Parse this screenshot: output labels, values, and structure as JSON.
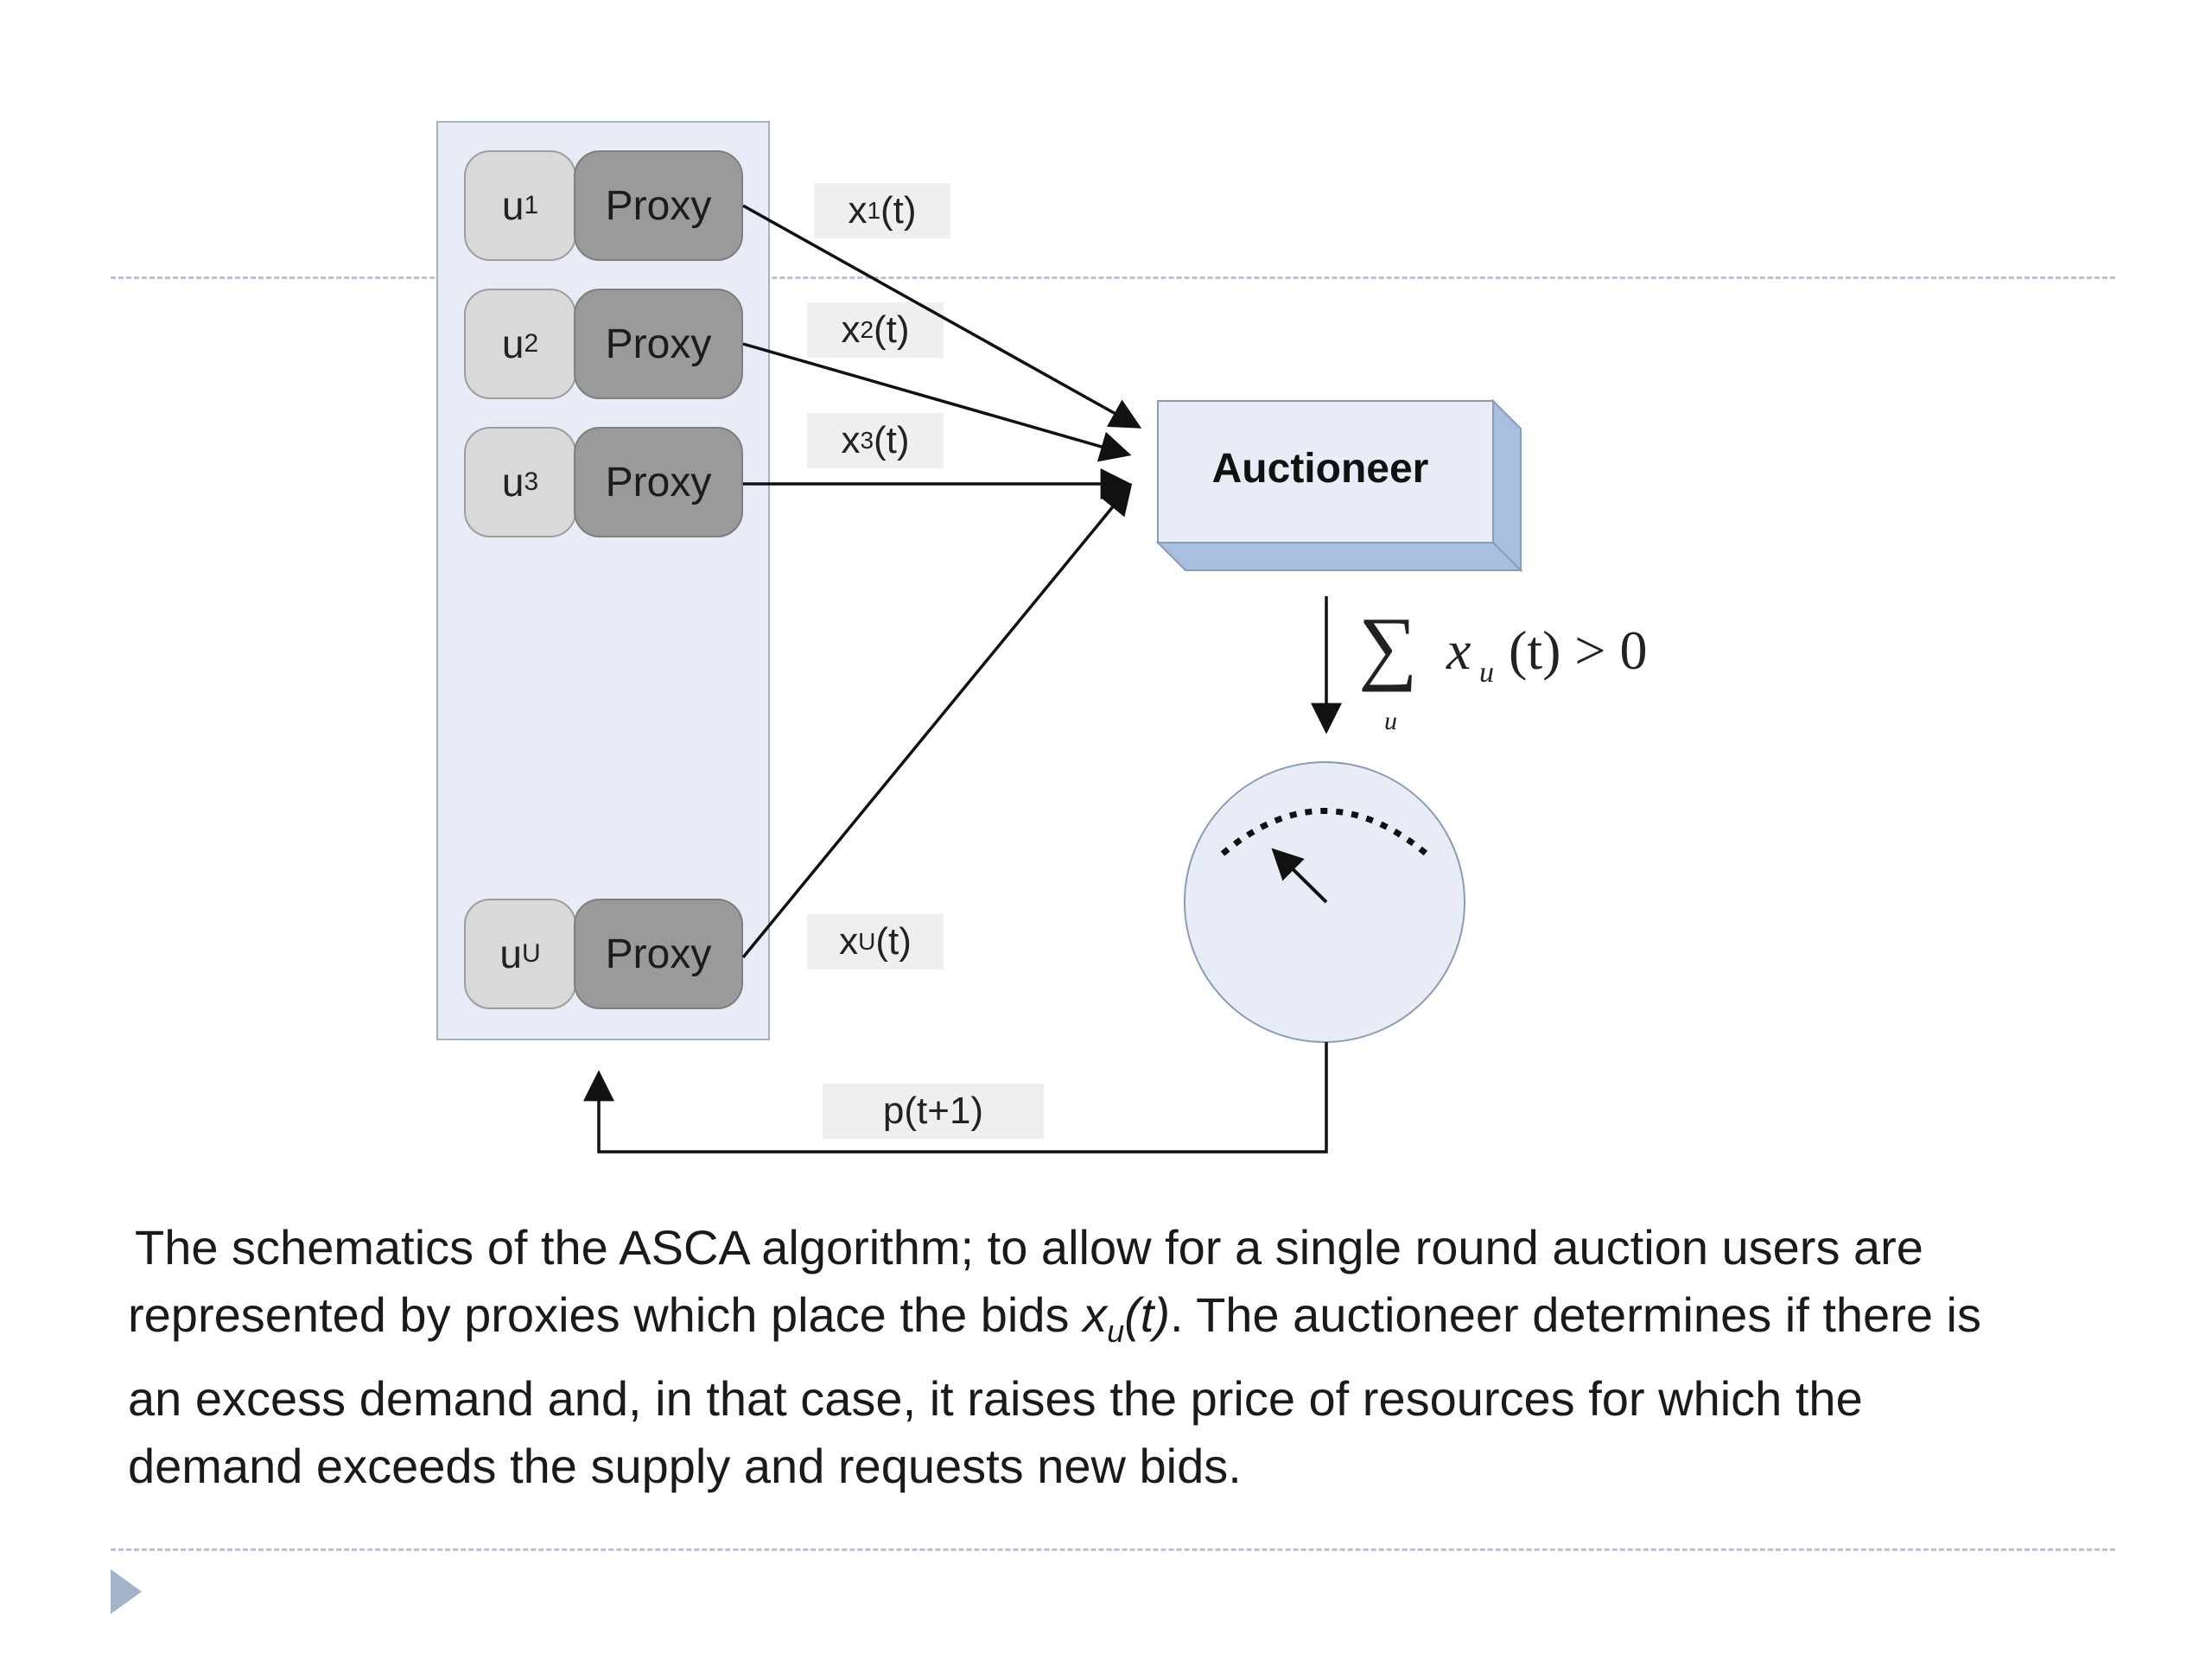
{
  "users": [
    {
      "name": "u",
      "sub": "1",
      "proxy": "Proxy"
    },
    {
      "name": "u",
      "sub": "2",
      "proxy": "Proxy"
    },
    {
      "name": "u",
      "sub": "3",
      "proxy": "Proxy"
    },
    {
      "name": "u",
      "sub": "U",
      "proxy": "Proxy"
    }
  ],
  "bids": [
    {
      "name": "x",
      "sub": "1",
      "arg": "(t)"
    },
    {
      "name": "x",
      "sub": "2",
      "arg": "(t)"
    },
    {
      "name": "x",
      "sub": "3",
      "arg": "(t)"
    },
    {
      "name": "x",
      "sub": "U",
      "arg": "(t)"
    }
  ],
  "auctioneer": "Auctioneer",
  "formula": {
    "sum": "∑",
    "index": "u",
    "var": "x",
    "var_sub": "u",
    "rest": "(t) > 0"
  },
  "price_label": "p(t+1)",
  "caption": {
    "line1": "The schematics of the ASCA algorithm; to allow for a single round auction users are",
    "line2_a": "represented by proxies which place the bids ",
    "line2_var": "x",
    "line2_sub": "u",
    "line2_arg": "(t)",
    "line2_b": ". The auctioneer determines if there is",
    "line3": "an excess demand and, in that case, it raises the price of resources for which the",
    "line4": "demand exceeds the supply and requests new bids."
  }
}
